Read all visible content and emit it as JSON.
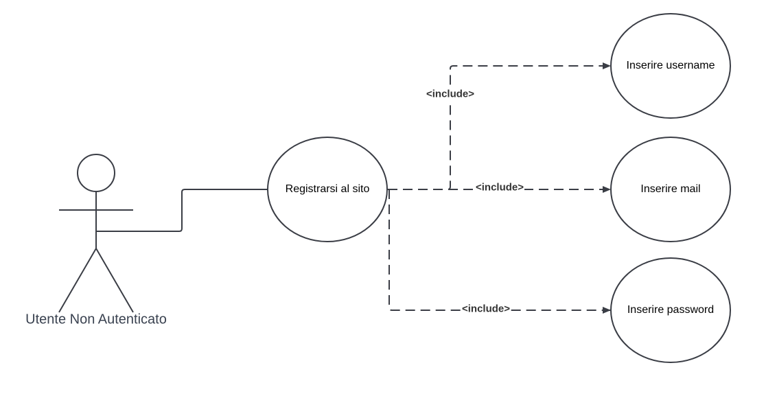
{
  "actor": {
    "name": "Utente Non Autenticato"
  },
  "use_cases": {
    "main": "Registrarsi al  sito",
    "username": "Inserire username",
    "mail": "Inserire mail",
    "password": "Inserire password"
  },
  "relations": {
    "include_username": "<include>",
    "include_mail": "<include>",
    "include_password": "<include>"
  },
  "colors": {
    "stroke": "#3a3d45",
    "text": "#000000",
    "actor_text": "#3a4250"
  }
}
